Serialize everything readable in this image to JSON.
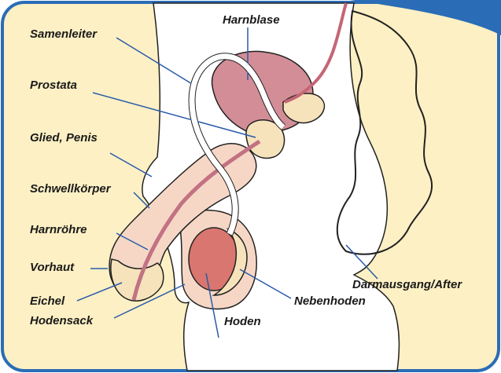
{
  "colors": {
    "background": "#fdf0c4",
    "frame": "#2a6db6",
    "body_fill": "#ffffff",
    "organ_fill": "#d38d96",
    "organ_dark": "#c46676",
    "testis_fill": "#d9766f",
    "penis_fill": "#f6d7c6",
    "gland_fill": "#f6e3bb",
    "outline": "#222222",
    "leader_line": "#2a5aa8",
    "tube_fill": "#ffffff",
    "urethra_fill": "#c27283"
  },
  "labels": {
    "harnblase": "Harnblase",
    "samenleiter": "Samenleiter",
    "prostata": "Prostata",
    "glied_penis": "Glied, Penis",
    "schwellkoerper": "Schwellkörper",
    "harnroehre": "Harnröhre",
    "vorhaut": "Vorhaut",
    "eichel": "Eichel",
    "hodensack": "Hodensack",
    "hoden": "Hoden",
    "nebenhoden": "Nebenhoden",
    "darmausgang": "Darmausgang/After"
  }
}
